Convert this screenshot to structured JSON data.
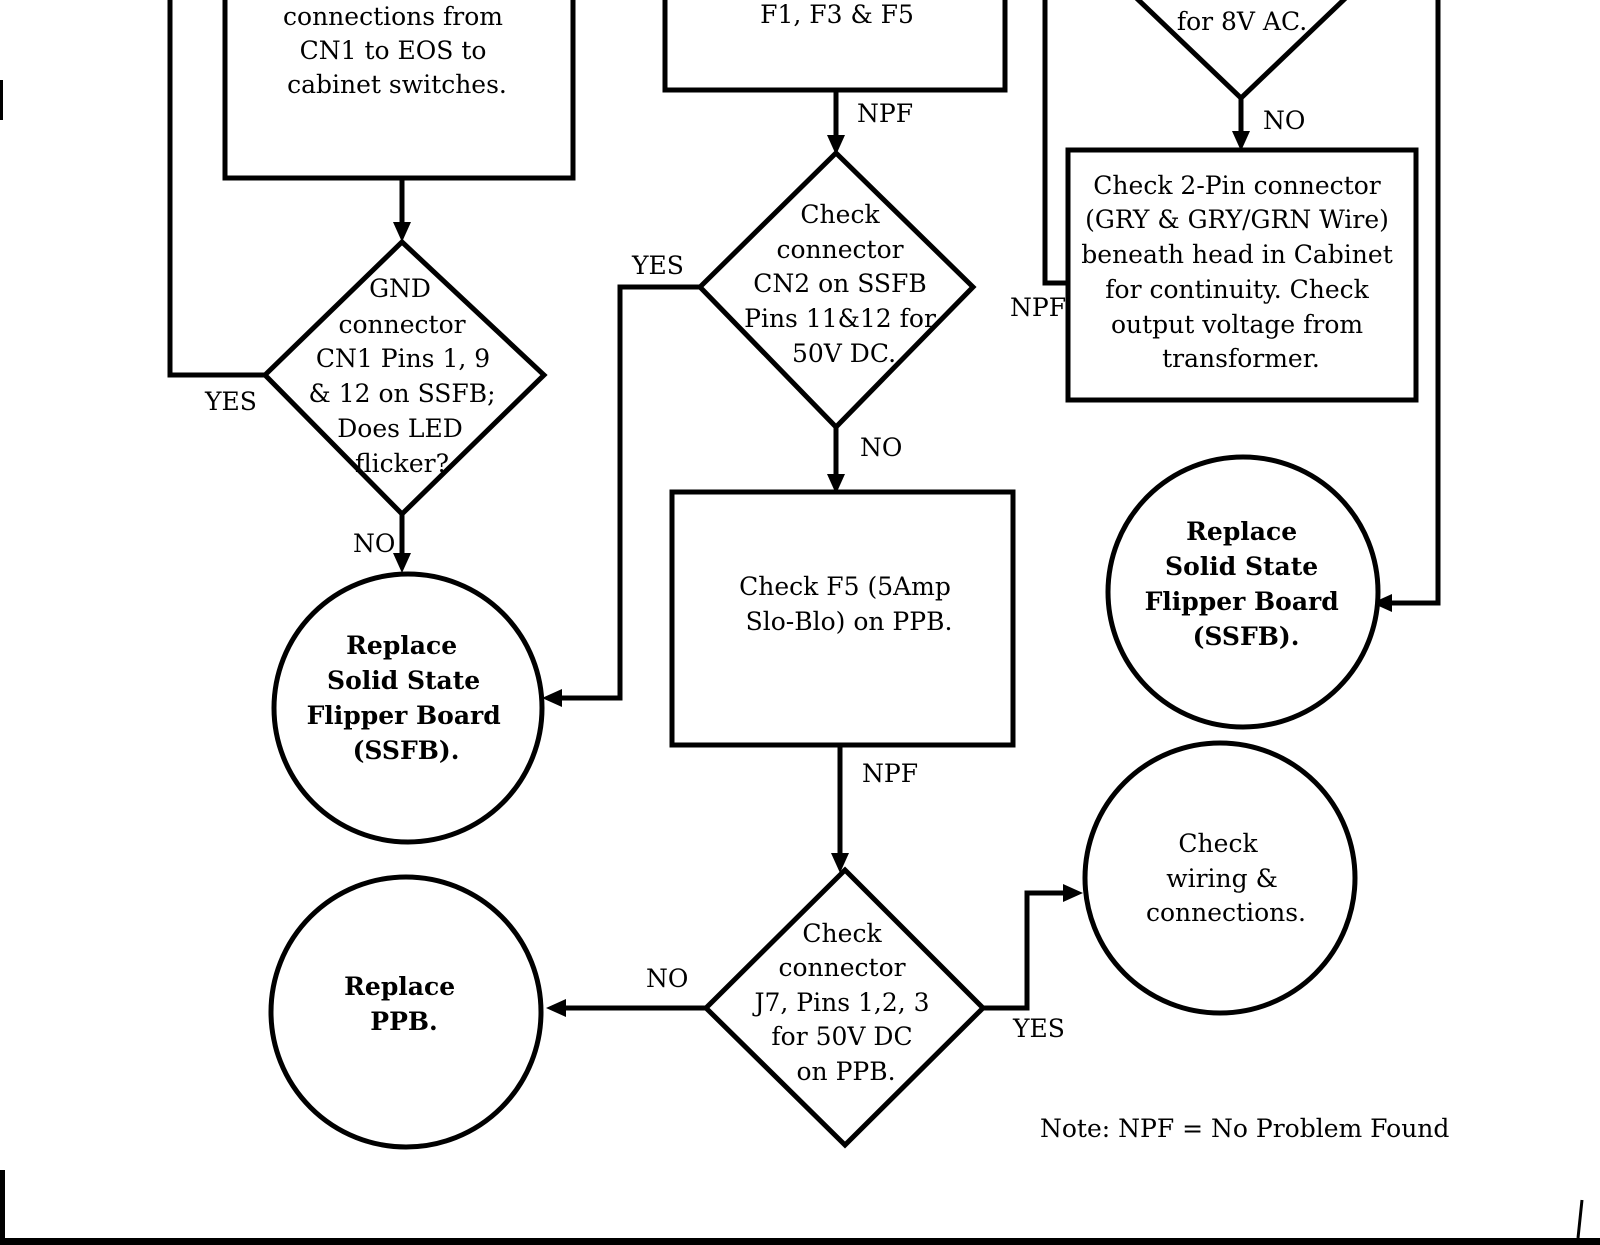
{
  "nodes": {
    "box_cn1": {
      "lines": [
        "connections from",
        "CN1 to EOS to",
        "cabinet switches."
      ]
    },
    "box_fuses": {
      "lines": [
        "F1, F3 & F5"
      ]
    },
    "diamond_8vac": {
      "lines": [
        "for 8V AC."
      ]
    },
    "diamond_gnd": {
      "lines": [
        "GND",
        "connector",
        "CN1 Pins 1, 9",
        "& 12 on SSFB;",
        "Does LED",
        "flicker?"
      ]
    },
    "diamond_cn2": {
      "lines": [
        "Check",
        "connector",
        "CN2 on SSFB",
        "Pins 11&12 for",
        "50V DC."
      ]
    },
    "box_2pin": {
      "lines": [
        "Check 2-Pin connector",
        "(GRY & GRY/GRN Wire)",
        "beneath head in Cabinet",
        "for continuity. Check",
        "output voltage from",
        "transformer."
      ]
    },
    "box_f5": {
      "lines": [
        "Check F5 (5Amp",
        "Slo-Blo) on PPB."
      ]
    },
    "circle_ssfb_left": {
      "lines": [
        "Replace",
        "Solid State",
        "Flipper Board",
        "(SSFB)."
      ]
    },
    "circle_ssfb_right": {
      "lines": [
        "Replace",
        "Solid State",
        "Flipper Board",
        "(SSFB)."
      ]
    },
    "circle_wiring": {
      "lines": [
        "Check",
        "wiring &",
        "connections."
      ]
    },
    "circle_ppb": {
      "lines": [
        "Replace",
        "PPB."
      ]
    },
    "diamond_j7": {
      "lines": [
        "Check",
        "connector",
        "J7, Pins 1,2, 3",
        "for 50V DC",
        "on PPB."
      ]
    }
  },
  "edge_labels": {
    "npf_fuses": "NPF",
    "no_8vac": "NO",
    "yes_cn2": "YES",
    "npf_2pin": "NPF",
    "yes_gnd": "YES",
    "no_cn2": "NO",
    "no_gnd": "NO",
    "npf_f5": "NPF",
    "no_j7": "NO",
    "yes_j7": "YES"
  },
  "note": "Note:  NPF = No Problem Found",
  "colors": {
    "ink": "#000000",
    "paper": "#ffffff"
  }
}
